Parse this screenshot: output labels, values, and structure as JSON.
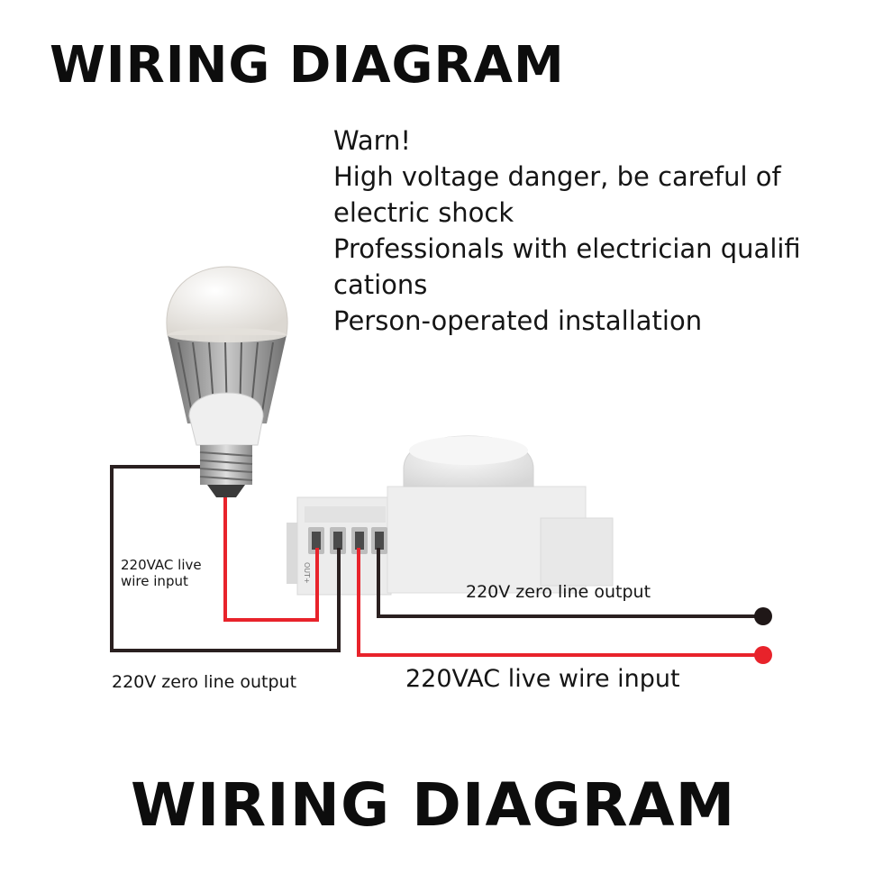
{
  "titles": {
    "top": "WIRING DIAGRAM",
    "bottom": "WIRING DIAGRAM"
  },
  "warning": {
    "lines": [
      "Warn!",
      "High voltage danger, be careful of",
      "electric shock",
      "Professionals with electrician qualifi",
      "cations",
      "Person-operated installation"
    ]
  },
  "labels": {
    "live_input_left": [
      "220VAC live",
      "wire input"
    ],
    "zero_output_right": "220V zero line output",
    "zero_output_left": "220V zero line output",
    "live_input_right": "220VAC live wire input",
    "sensor_port": "OUT+"
  },
  "colors": {
    "live_wire": "#e8232b",
    "zero_wire": "#2a2020",
    "sensor_body": "#eeeeee",
    "bulb_glass": "#f2f0ec",
    "bulb_heatsink": "#9a9a9a"
  },
  "icons": {
    "bulb": "led-bulb-icon",
    "sensor": "microwave-motion-sensor-icon"
  }
}
